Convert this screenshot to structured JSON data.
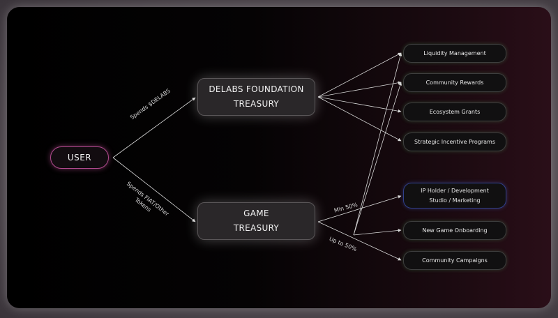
{
  "nodes": {
    "user": "USER",
    "delabs_line1": "DELABS FOUNDATION",
    "delabs_line2": "TREASURY",
    "game_line1": "GAME",
    "game_line2": "TREASURY"
  },
  "targets": [
    "Liquidity Management",
    "Community Rewards",
    "Ecosystem Grants",
    "Strategic Incentive Programs",
    "IP Holder / Development",
    "Studio / Marketing",
    "New Game Onboarding",
    "Community Campaigns"
  ],
  "edges": {
    "spends_delabs": "Spends $DELABS",
    "spends_fiat_line1": "Spends FIAT/Other",
    "spends_fiat_line2": "Tokens",
    "min_50": "Min 50%",
    "up_to_50": "Up to 50%"
  },
  "colors": {
    "user_border": "#b04a8e",
    "ip_border": "#2f3f8a",
    "target_glow": "#5ac86e",
    "line": "#d9d9d9"
  }
}
